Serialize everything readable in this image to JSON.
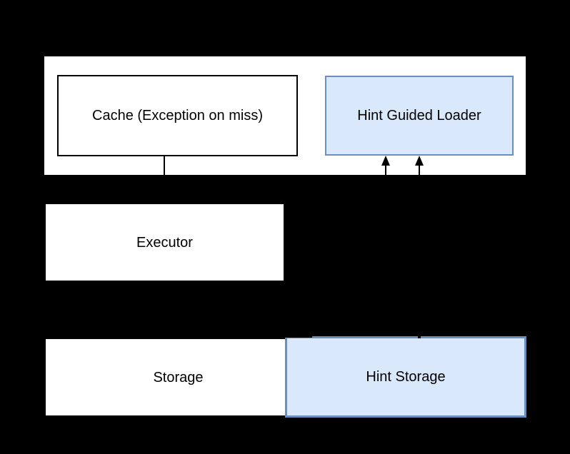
{
  "diagram": {
    "kind": "architecture-block-diagram",
    "nodes": {
      "cache": {
        "label": "Cache (Exception on miss)"
      },
      "hint_guided_loader": {
        "label": "Hint Guided Loader"
      },
      "executor": {
        "label": "Executor"
      },
      "storage": {
        "label": "Storage"
      },
      "hint_storage": {
        "label": "Hint Storage"
      }
    },
    "connectors": [
      {
        "id": "cache-down-line",
        "style": "plain-line",
        "from": "cache",
        "direction": "down"
      },
      {
        "id": "arrow-into-loader-left",
        "style": "arrow-up",
        "into": "hint_guided_loader"
      },
      {
        "id": "arrow-into-loader-right",
        "style": "arrow-up",
        "into": "hint_guided_loader",
        "from": "hint_storage"
      }
    ]
  },
  "colors": {
    "background": "#000000",
    "container_fill": "#ffffff",
    "node_fill": "#ffffff",
    "node_border": "#000000",
    "hint_fill": "#dae8fc",
    "hint_border": "#6c8ebf",
    "text": "#000000",
    "connector": "#000000"
  }
}
